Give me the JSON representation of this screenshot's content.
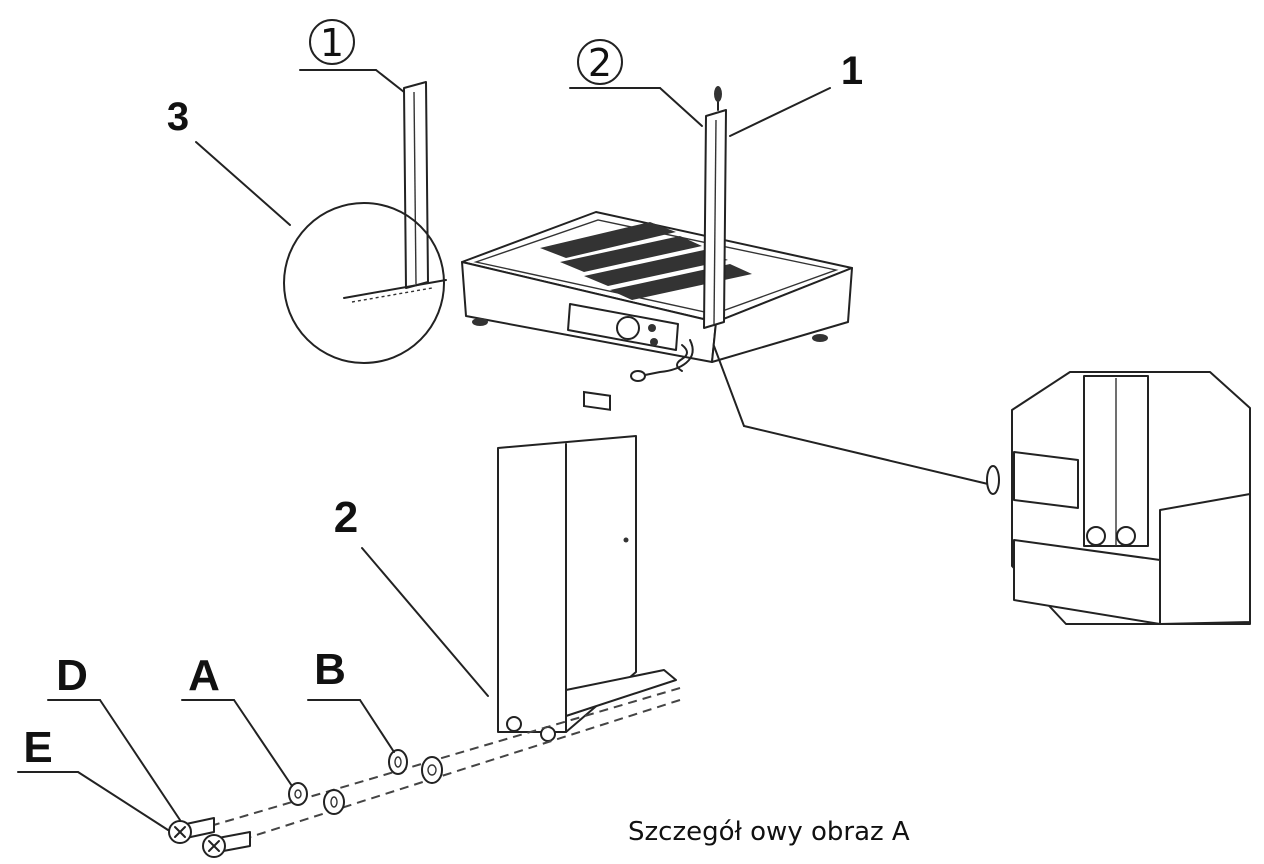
{
  "labels": {
    "circ1": "1",
    "circ2": "2",
    "n1": "1",
    "n2": "2",
    "n3": "3",
    "A": "A",
    "B": "B",
    "D": "D",
    "E": "E"
  },
  "caption": "Szczegół owy  obraz  A",
  "colors": {
    "ink": "#222222",
    "background": "#ffffff"
  }
}
